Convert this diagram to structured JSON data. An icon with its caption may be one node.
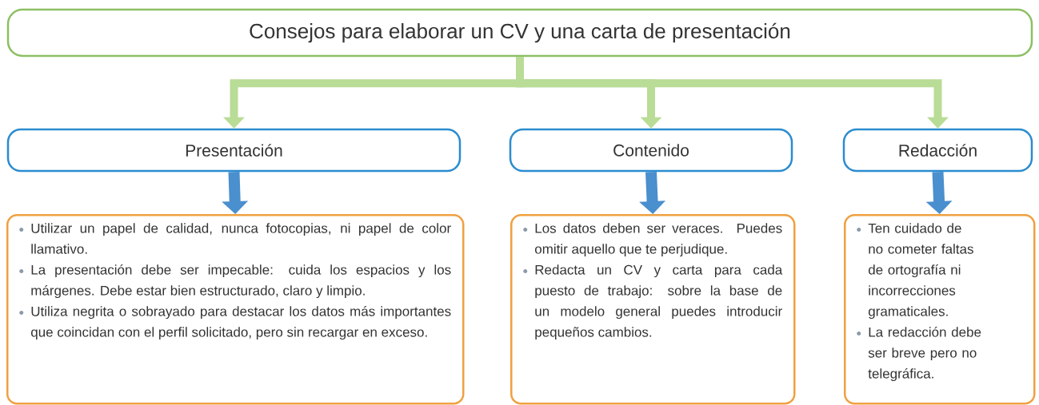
{
  "diagram": {
    "nodes": [
      {
        "text": [
          "Consejos para elaborar un CV y una carta de presentación"
        ]
      },
      {
        "text": [
          "Presentación"
        ]
      },
      {
        "text": [
          "Contenido"
        ]
      },
      {
        "text": [
          "Redacción"
        ]
      },
      {
        "text": [
          "Utilizar un papel de calidad, nunca fotocopias, ni papel de color llamativo.",
          "La presentación debe ser impecable: cuida los espacios y los márgenes. Debe estar bien estructurado, claro y limpio.",
          "Utiliza negrita o sobrayado para destacar los datos más importantes que coincidan con el perfil solicitado, pero sin recargar en exceso."
        ]
      },
      {
        "text": [
          "Los datos deben ser veraces. Puedes omitir aquello que te perjudique.",
          "Redacta un CV y carta para cada puesto de trabajo: sobre la base de un modelo general puedes introducir pequeños cambios."
        ]
      },
      {
        "text": [
          "Ten cuidado de no cometer faltas de ortografía ni incorrecciones gramaticales.",
          "La redacción debe ser breve pero no telegráfica."
        ]
      }
    ],
    "edges": [
      {
        "from": 0,
        "to": 1,
        "arrow": "to",
        "color": "#b9dc96"
      },
      {
        "from": 0,
        "to": 2,
        "arrow": "to",
        "color": "#b9dc96"
      },
      {
        "from": 0,
        "to": 3,
        "arrow": "to",
        "color": "#b9dc96"
      },
      {
        "from": 1,
        "to": 4,
        "arrow": "to",
        "color": "#4a8fce"
      },
      {
        "from": 2,
        "to": 5,
        "arrow": "to",
        "color": "#4a8fce"
      },
      {
        "from": 3,
        "to": 6,
        "arrow": "to",
        "color": "#4a8fce"
      }
    ]
  }
}
